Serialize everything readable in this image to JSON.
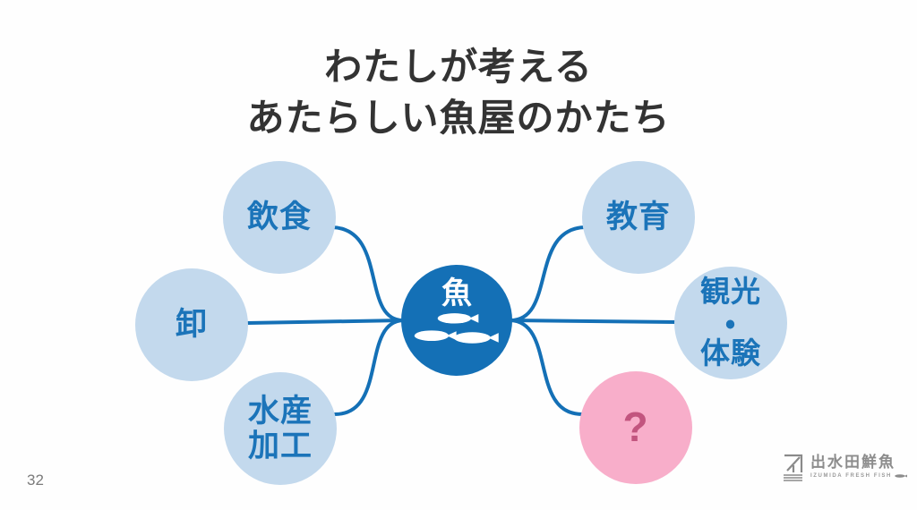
{
  "slide": {
    "page_number": "32",
    "title": {
      "line1": "わたしが考える",
      "line2": "あたらしい魚屋のかたち"
    }
  },
  "diagram": {
    "center": {
      "label": "魚",
      "icon": "three-fish-icon"
    },
    "nodes": [
      {
        "id": "dining",
        "label": "飲食",
        "style": "light-blue"
      },
      {
        "id": "wholesale",
        "label": "卸",
        "style": "light-blue"
      },
      {
        "id": "seafood-processing",
        "label": "水産\n加工",
        "style": "light-blue"
      },
      {
        "id": "education",
        "label": "教育",
        "style": "light-blue"
      },
      {
        "id": "tourism-experience",
        "label": "観光\n・\n体験",
        "style": "light-blue"
      },
      {
        "id": "unknown",
        "label": "?",
        "style": "pink"
      }
    ]
  },
  "logo": {
    "name_jp": "出水田鮮魚",
    "name_en": "IZUMIDA FRESH FISH"
  },
  "colors": {
    "accent-blue": "#1470B6",
    "node-fill": "#C3D9ED",
    "node-text": "#1B74B9",
    "pink-fill": "#F8AECA",
    "pink-text": "#C2557F",
    "title-text": "#333333",
    "muted-gray": "#8A8A8A",
    "page-bg": "#FEFEFE",
    "white": "#FFFFFF"
  }
}
